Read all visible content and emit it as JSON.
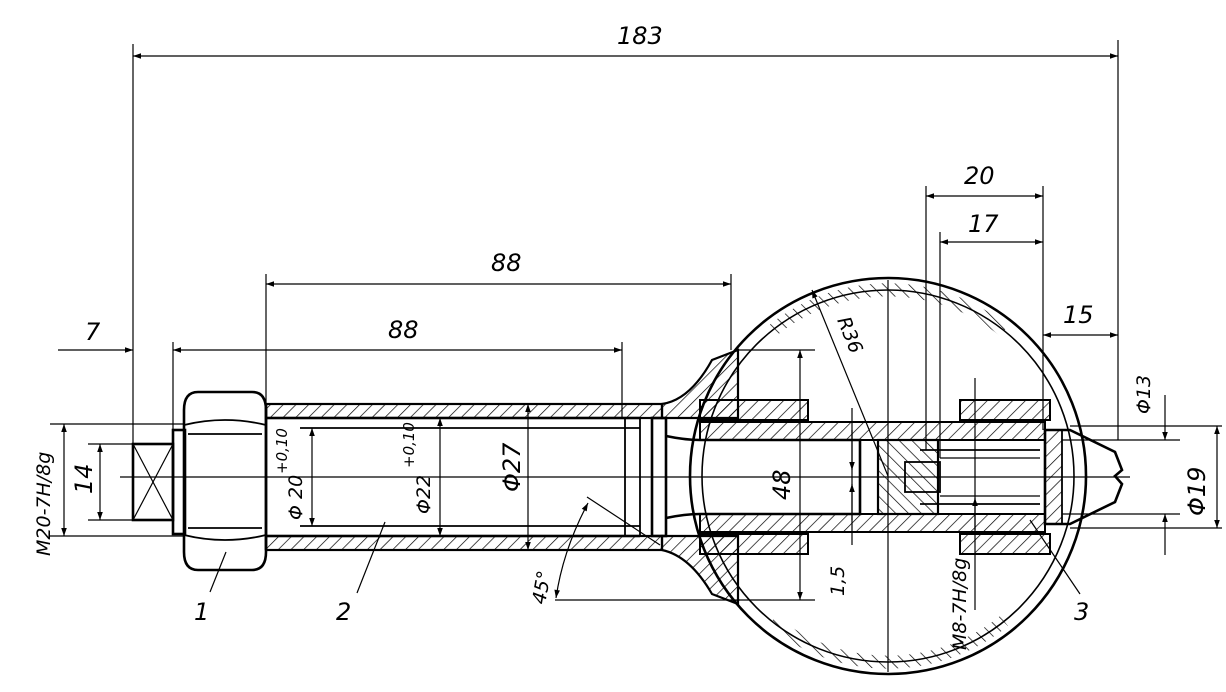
{
  "dimensions": {
    "overall_length": "183",
    "left_offset": "7",
    "upper_length": "88",
    "lower_length": "88",
    "width_20": "20",
    "width_17": "17",
    "width_15": "15",
    "radius": "R36",
    "dia_13": "Φ13",
    "dia_19": "Φ19",
    "dia_27": "Φ27",
    "dia_20_main": "Φ 20",
    "dia_20_tol": "+0,10",
    "dia_22_main": "Φ22",
    "dia_22_tol": "+0,10",
    "height_48": "48",
    "small_1_5": "1,5",
    "angle_45": "45°",
    "width_14": "14",
    "thread_m20": "M20-7H/8g",
    "thread_m8": "M8-7H/8g"
  },
  "callouts": {
    "part_1": "1",
    "part_2": "2",
    "part_3": "3"
  }
}
